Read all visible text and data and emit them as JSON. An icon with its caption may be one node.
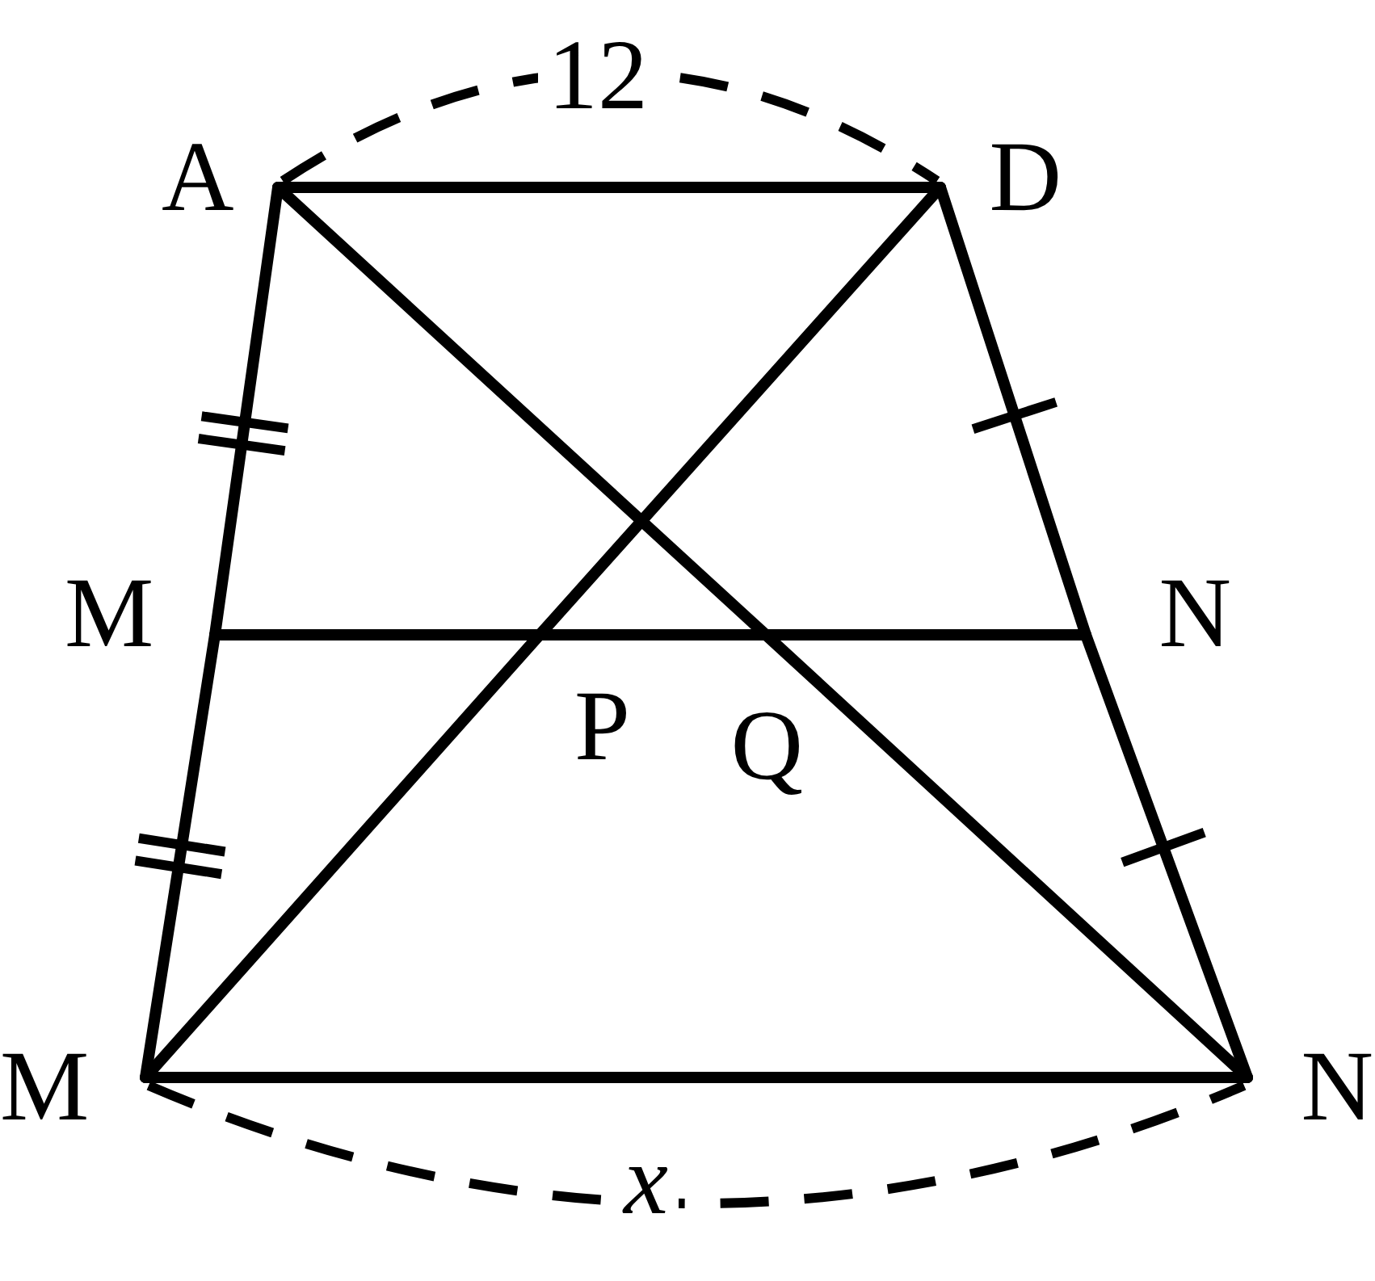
{
  "diagram": {
    "nodes": [
      {
        "text": [
          "A"
        ]
      },
      {
        "text": [
          "D"
        ]
      },
      {
        "text": [
          "M"
        ]
      },
      {
        "text": [
          "N"
        ]
      },
      {
        "text": [
          "P"
        ]
      },
      {
        "text": [
          "Q"
        ]
      },
      {
        "text": [
          "M"
        ]
      },
      {
        "text": [
          "N"
        ]
      }
    ],
    "edges": [
      {
        "from": 0,
        "to": 1,
        "arrow": "none"
      },
      {
        "from": 0,
        "to": 2,
        "arrow": "none"
      },
      {
        "from": 2,
        "to": 6,
        "arrow": "none"
      },
      {
        "from": 1,
        "to": 3,
        "arrow": "none"
      },
      {
        "from": 3,
        "to": 7,
        "arrow": "none"
      },
      {
        "from": 2,
        "to": 4,
        "arrow": "none"
      },
      {
        "from": 4,
        "to": 5,
        "arrow": "none"
      },
      {
        "from": 5,
        "to": 3,
        "arrow": "none"
      },
      {
        "from": 6,
        "to": 7,
        "arrow": "none"
      },
      {
        "from": 1,
        "to": 4,
        "arrow": "none"
      },
      {
        "from": 4,
        "to": 6,
        "arrow": "none"
      },
      {
        "from": 0,
        "to": 5,
        "arrow": "none"
      },
      {
        "from": 5,
        "to": 7,
        "arrow": "none"
      }
    ],
    "labels": [
      "12",
      "x"
    ]
  }
}
